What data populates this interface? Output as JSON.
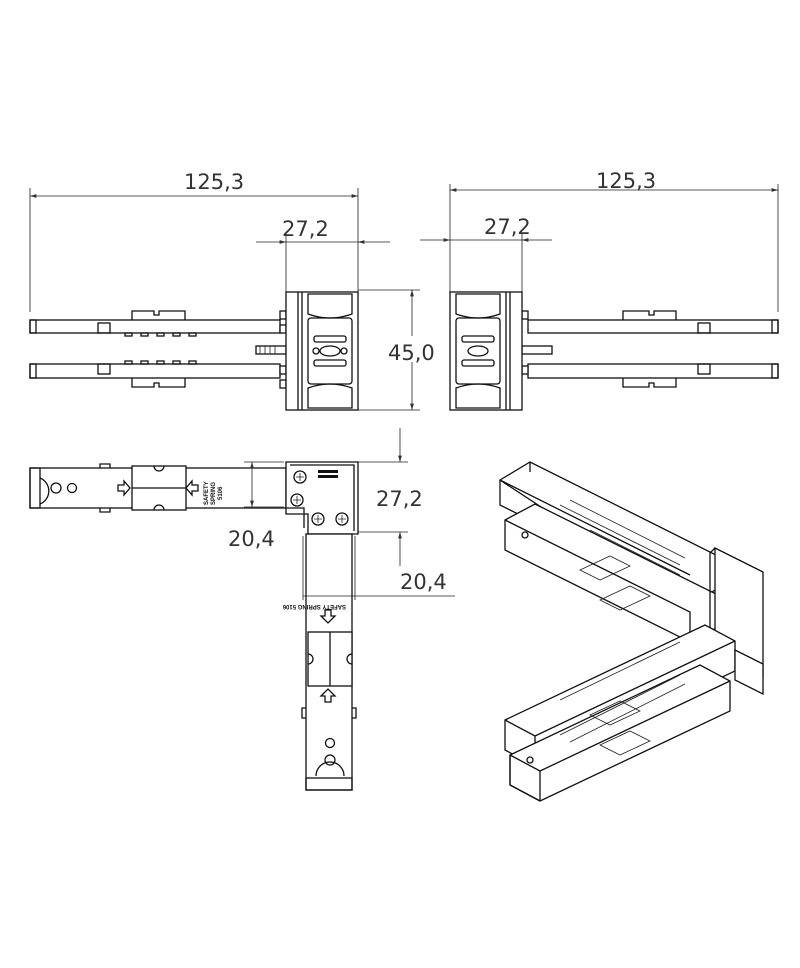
{
  "drawing": {
    "front_view_left": {
      "overall_length": "125,3",
      "connector_width": "27,2",
      "height": "45,0"
    },
    "front_view_right": {
      "overall_length": "125,3",
      "connector_width": "27,2"
    },
    "top_view": {
      "corner_size": "27,2",
      "track_width_horizontal": "20,4",
      "track_width_vertical": "20,4"
    },
    "part_markings": [
      "SAFETY SPRING 5106"
    ],
    "line_color": "#111111",
    "background": "#ffffff"
  }
}
